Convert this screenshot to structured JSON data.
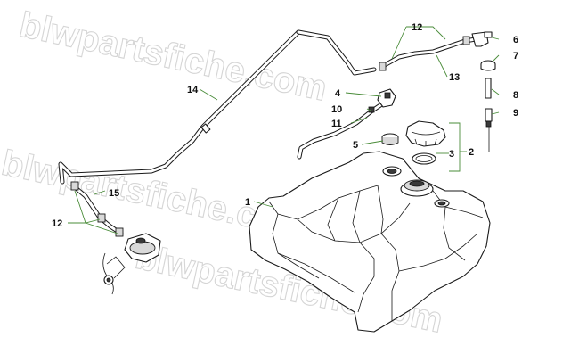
{
  "watermark": {
    "text": "blwpartsfiche.com"
  },
  "callouts": [
    {
      "id": "1",
      "label": "1"
    },
    {
      "id": "2",
      "label": "2"
    },
    {
      "id": "3",
      "label": "3"
    },
    {
      "id": "4",
      "label": "4"
    },
    {
      "id": "5",
      "label": "5"
    },
    {
      "id": "6",
      "label": "6"
    },
    {
      "id": "7",
      "label": "7"
    },
    {
      "id": "8",
      "label": "8"
    },
    {
      "id": "9",
      "label": "9"
    },
    {
      "id": "10",
      "label": "10"
    },
    {
      "id": "11",
      "label": "11"
    },
    {
      "id": "12a",
      "label": "12"
    },
    {
      "id": "12b",
      "label": "12"
    },
    {
      "id": "13",
      "label": "13"
    },
    {
      "id": "14",
      "label": "14"
    },
    {
      "id": "15",
      "label": "15"
    }
  ]
}
